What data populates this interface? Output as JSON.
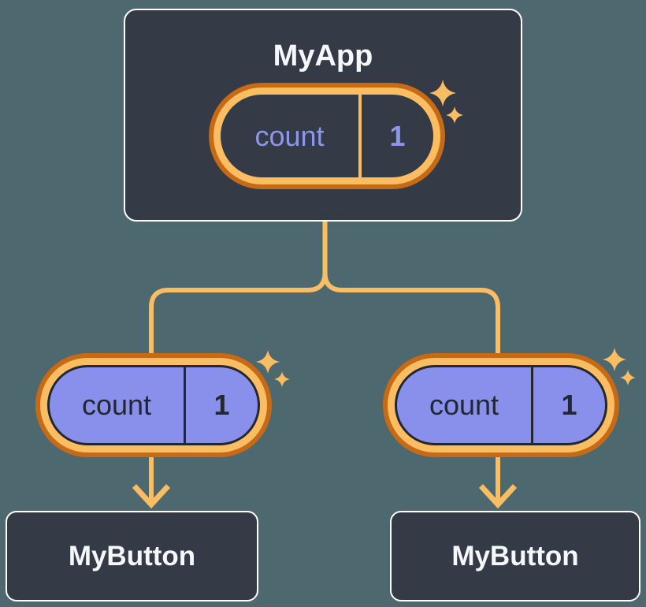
{
  "root_component": {
    "label": "MyApp",
    "state_pill": {
      "key": "count",
      "value": "1"
    }
  },
  "children": [
    {
      "label": "MyButton",
      "prop_pill": {
        "key": "count",
        "value": "1"
      }
    },
    {
      "label": "MyButton",
      "prop_pill": {
        "key": "count",
        "value": "1"
      }
    }
  ],
  "colors": {
    "background": "#4e6870",
    "card_fill": "#343a46",
    "card_border": "#ffffff",
    "text_light": "#f6f7f9",
    "text_dark": "#23272f",
    "pill_fill": "#8890ec",
    "pill_accent_text": "#8d96ec",
    "orange_light": "#fabd62",
    "orange_dark": "#c76a15"
  }
}
